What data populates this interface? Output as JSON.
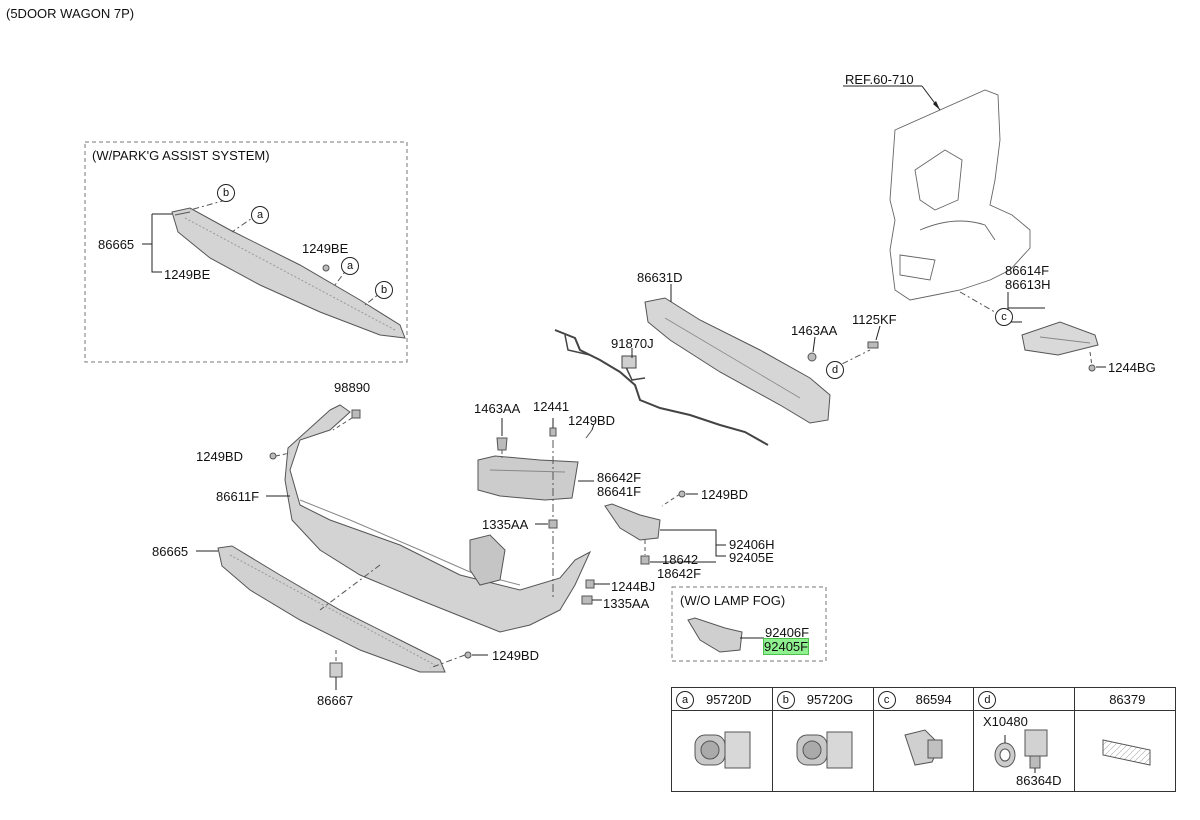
{
  "title": "(5DOOR WAGON 7P)",
  "boxes": {
    "park_assist": "(W/PARK'G ASSIST SYSTEM)",
    "lamp_fog": "(W/O LAMP FOG)"
  },
  "ref_label": "REF.60-710",
  "parts": {
    "p86665_top": "86665",
    "p1249BE_top": "1249BE",
    "p1249BE_side": "1249BE",
    "p98890": "98890",
    "p1249BD_left": "1249BD",
    "p86611F": "86611F",
    "p86665_main": "86665",
    "p86667": "86667",
    "p1249BD_bottom": "1249BD",
    "p1463AA_mid": "1463AA",
    "p12441": "12441",
    "p1249BD_mid": "1249BD",
    "p86642F": "86642F",
    "p86641F": "86641F",
    "p1335AA_a": "1335AA",
    "p1244BJ": "1244BJ",
    "p1335AA_b": "1335AA",
    "p1249BD_r": "1249BD",
    "p92406H": "92406H",
    "p92405E": "92405E",
    "p18642": "18642",
    "p18642F": "18642F",
    "p92406F": "92406F",
    "p92405F": "92405F",
    "p91870J": "91870J",
    "p86631D": "86631D",
    "p1463AA_r": "1463AA",
    "p1125KF": "1125KF",
    "p86614F": "86614F",
    "p86613H": "86613H",
    "p1244BG": "1244BG"
  },
  "callouts": [
    "a",
    "b",
    "c",
    "d"
  ],
  "legend": [
    {
      "letter": "a",
      "code": "95720D"
    },
    {
      "letter": "b",
      "code": "95720G"
    },
    {
      "letter": "c",
      "code": "86594"
    },
    {
      "letter": "d",
      "code": "",
      "sub1": "X10480",
      "sub2": "86364D"
    },
    {
      "letter": "",
      "code": "86379"
    }
  ],
  "colors": {
    "part_fill": "#d9d9d9",
    "part_stroke": "#555555",
    "highlight": "#8ef08e"
  }
}
